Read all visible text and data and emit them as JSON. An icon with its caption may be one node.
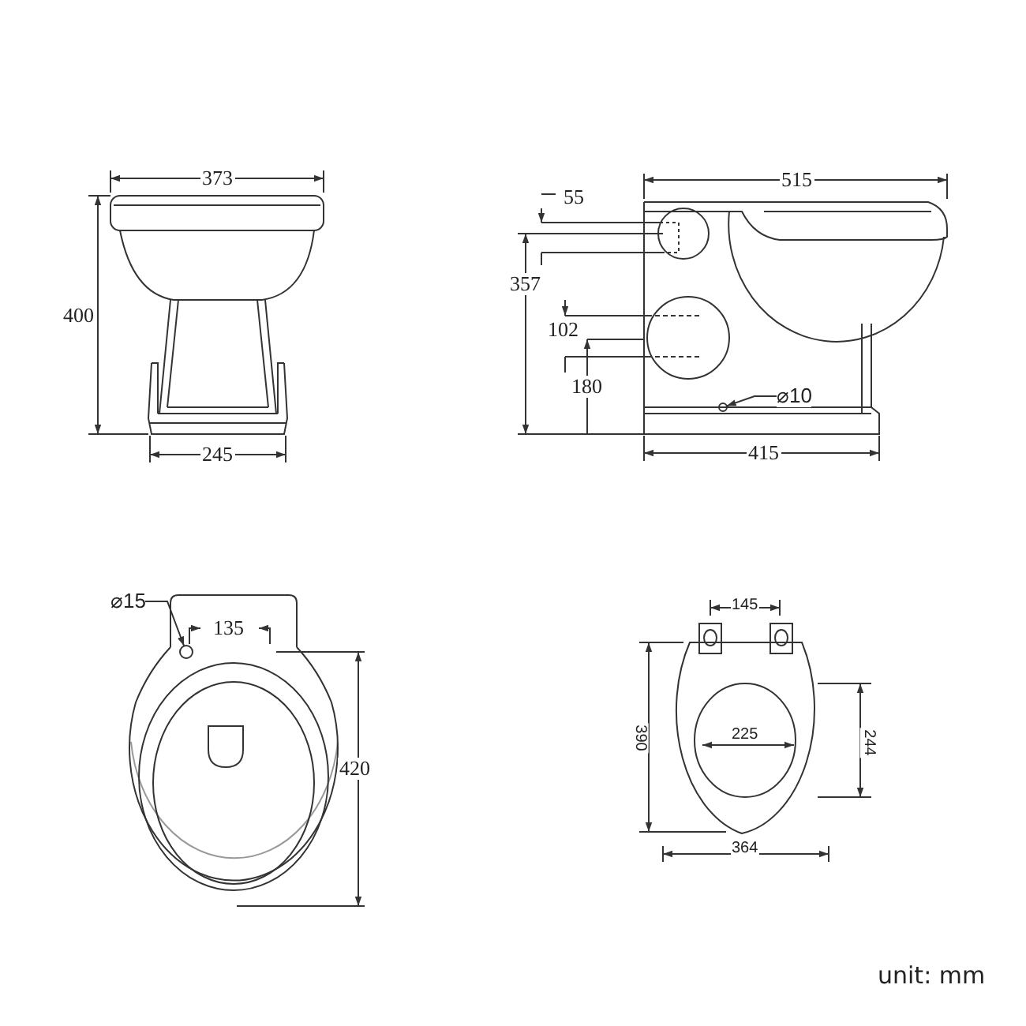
{
  "diagram": {
    "nodes": [
      {
        "text": [
          "⌀15"
        ]
      },
      {
        "text": [],
        "shape": "circle"
      },
      {
        "text": [
          "⌀10"
        ]
      },
      {
        "text": [],
        "shape": "circle"
      }
    ],
    "edges": [
      {
        "from": 0,
        "to": 1,
        "arrow": "to"
      },
      {
        "from": 2,
        "to": 3,
        "arrow": "to"
      }
    ],
    "labels": [
      "373",
      "400",
      "245",
      "515",
      "55",
      "357",
      "102",
      "180",
      "415",
      "135",
      "420",
      "145",
      "390",
      "225",
      "244",
      "364",
      "unit: mm"
    ]
  }
}
